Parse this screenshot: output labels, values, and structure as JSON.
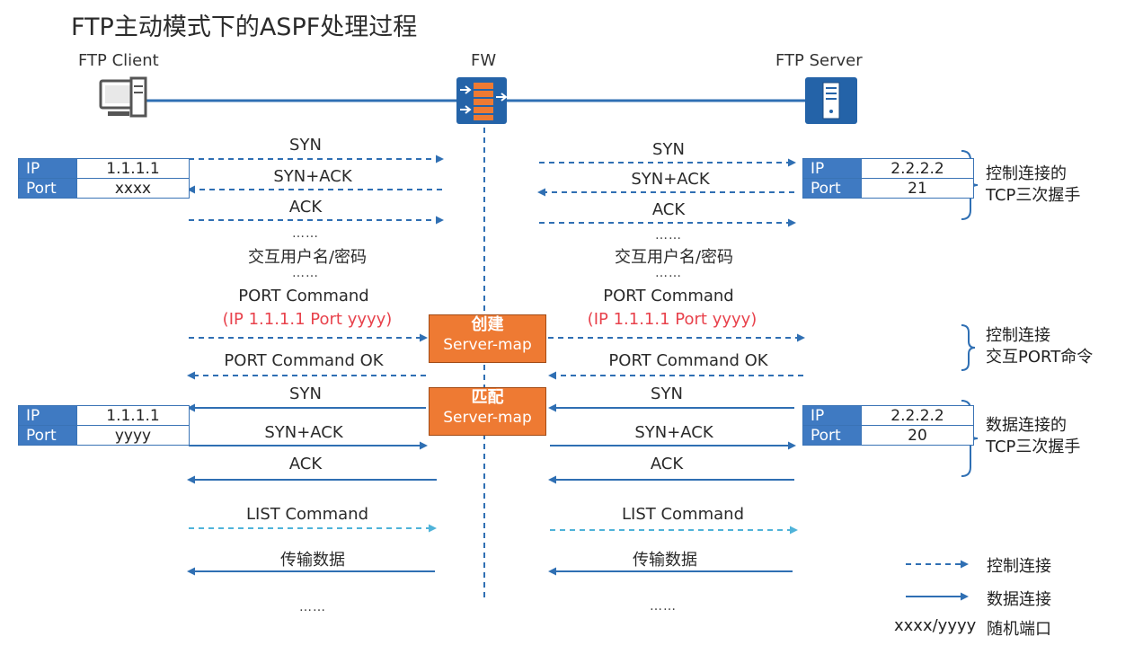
{
  "title": "FTP主动模式下的ASPF处理过程",
  "nodes": {
    "client": "FTP Client",
    "fw": "FW",
    "server": "FTP Server"
  },
  "left_tables": {
    "control": {
      "ip_key": "IP",
      "ip": "1.1.1.1",
      "port_key": "Port",
      "port": "xxxx"
    },
    "data": {
      "ip_key": "IP",
      "ip": "1.1.1.1",
      "port_key": "Port",
      "port": "yyyy"
    }
  },
  "right_tables": {
    "control": {
      "ip_key": "IP",
      "ip": "2.2.2.2",
      "port_key": "Port",
      "port": "21"
    },
    "data": {
      "ip_key": "IP",
      "ip": "2.2.2.2",
      "port_key": "Port",
      "port": "20"
    }
  },
  "left_labels": {
    "syn": "SYN",
    "synack": "SYN+ACK",
    "ack": "ACK",
    "dots1": "……",
    "auth": "交互用户名/密码",
    "dots2": "……",
    "port_cmd": "PORT Command",
    "port_cmd_param": "(IP 1.1.1.1 Port yyyy)",
    "port_ok": "PORT Command OK",
    "data_syn": "SYN",
    "data_synack": "SYN+ACK",
    "data_ack": "ACK",
    "list": "LIST Command",
    "transfer": "传输数据",
    "dots3": "……"
  },
  "right_labels": {
    "syn": "SYN",
    "synack": "SYN+ACK",
    "ack": "ACK",
    "dots1": "……",
    "auth": "交互用户名/密码",
    "dots2": "……",
    "port_cmd": "PORT Command",
    "port_cmd_param": "(IP 1.1.1.1 Port yyyy)",
    "port_ok": "PORT Command OK",
    "data_syn": "SYN",
    "data_synack": "SYN+ACK",
    "data_ack": "ACK",
    "list": "LIST Command",
    "transfer": "传输数据",
    "dots3": "……"
  },
  "fw_boxes": {
    "create_title": "创建",
    "create_sub": "Server-map",
    "match_title": "匹配",
    "match_sub": "Server-map"
  },
  "annotations": {
    "control_handshake": [
      "控制连接的",
      "TCP三次握手"
    ],
    "control_port": [
      "控制连接",
      "交互PORT命令"
    ],
    "data_handshake": [
      "数据连接的",
      "TCP三次握手"
    ]
  },
  "legend": {
    "control": "控制连接",
    "data": "数据连接",
    "random_key": "xxxx/yyyy",
    "random_value": "随机端口"
  },
  "colors": {
    "blue": "#2f6fb3",
    "light_blue": "#4fb3d9",
    "orange": "#ee7a33",
    "red": "#e8424c",
    "table_header": "#3f7ac2"
  }
}
